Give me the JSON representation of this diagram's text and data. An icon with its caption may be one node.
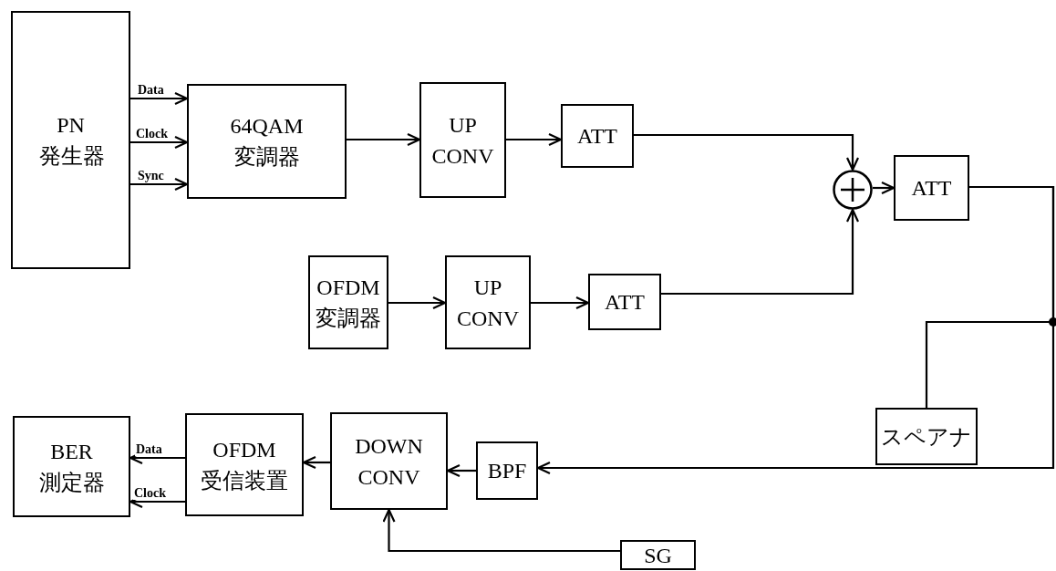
{
  "diagram": {
    "nodes": [
      {
        "text": [
          "PN 発生器"
        ]
      },
      {
        "text": [
          "64QAM 変調器"
        ]
      },
      {
        "text": [
          "UP CONV"
        ]
      },
      {
        "text": [
          "ATT"
        ]
      },
      {
        "text": [],
        "shape": "circle"
      },
      {
        "text": [
          "ATT"
        ]
      },
      {
        "text": [
          "OFDM 変調器"
        ]
      },
      {
        "text": [
          "UP CONV"
        ]
      },
      {
        "text": [
          "ATT"
        ]
      },
      {
        "text": [
          "スペアナ"
        ]
      },
      {
        "text": [
          "BER 測定器"
        ]
      },
      {
        "text": [
          "OFDM 受信装置"
        ]
      },
      {
        "text": [
          "DOWN CONV"
        ]
      },
      {
        "text": [
          "BPF"
        ]
      },
      {
        "text": [
          "SG"
        ]
      }
    ],
    "edges": [
      {
        "from": 0,
        "to": 1,
        "arrow": "to",
        "label": "Data"
      },
      {
        "from": 0,
        "to": 1,
        "arrow": "to",
        "label": "Clock"
      },
      {
        "from": 0,
        "to": 1,
        "arrow": "to",
        "label": "Sync"
      },
      {
        "from": 1,
        "to": 2,
        "arrow": "to"
      },
      {
        "from": 2,
        "to": 3,
        "arrow": "to"
      },
      {
        "from": 3,
        "to": 4,
        "arrow": "to"
      },
      {
        "from": 6,
        "to": 7,
        "arrow": "to"
      },
      {
        "from": 7,
        "to": 8,
        "arrow": "to"
      },
      {
        "from": 8,
        "to": 4,
        "arrow": "to"
      },
      {
        "from": 4,
        "to": 5,
        "arrow": "to"
      },
      {
        "from": 5,
        "to": 13,
        "arrow": "to"
      },
      {
        "from": 5,
        "to": 9,
        "arrow": "none"
      },
      {
        "from": 13,
        "to": 12,
        "arrow": "to"
      },
      {
        "from": 12,
        "to": 11,
        "arrow": "to"
      },
      {
        "from": 11,
        "to": 10,
        "arrow": "to",
        "label": "Data"
      },
      {
        "from": 11,
        "to": 10,
        "arrow": "to",
        "label": "Clock"
      },
      {
        "from": 14,
        "to": 12,
        "arrow": "to"
      }
    ]
  }
}
